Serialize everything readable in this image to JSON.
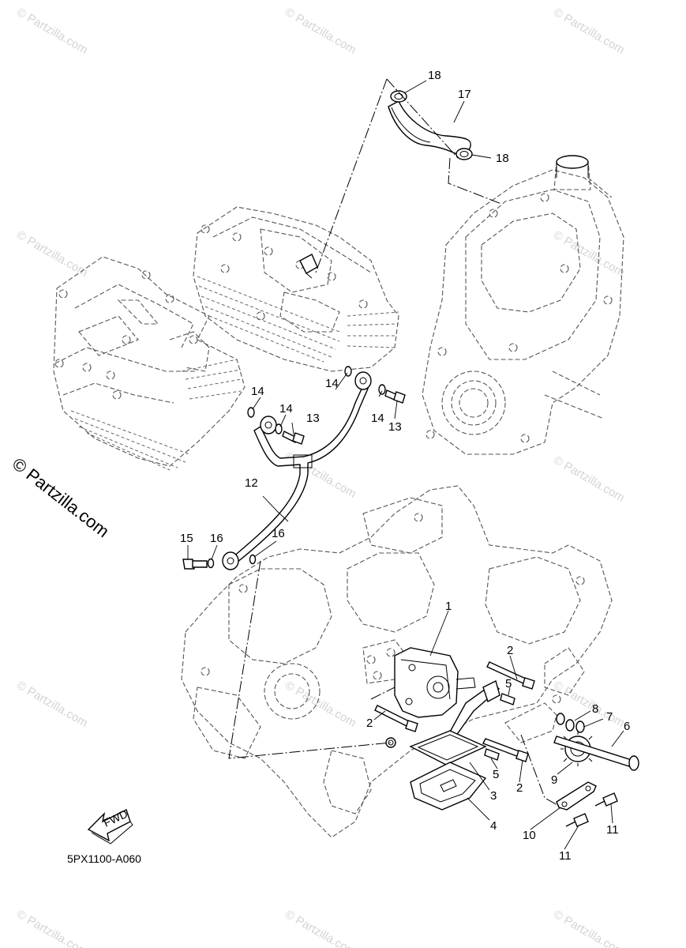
{
  "diagram_code": "5PX1100-A060",
  "fwd_label": "FWD",
  "watermarks": {
    "small": "© Partzilla.com",
    "large": "© Partzilla.com"
  },
  "callouts": [
    "1",
    "2",
    "2",
    "2",
    "3",
    "4",
    "5",
    "5",
    "6",
    "7",
    "8",
    "9",
    "10",
    "11",
    "11",
    "12",
    "13",
    "13",
    "14",
    "14",
    "14",
    "14",
    "15",
    "16",
    "16",
    "17",
    "18",
    "18"
  ],
  "colors": {
    "line": "#000000",
    "watermark": "#d4d4d4"
  }
}
